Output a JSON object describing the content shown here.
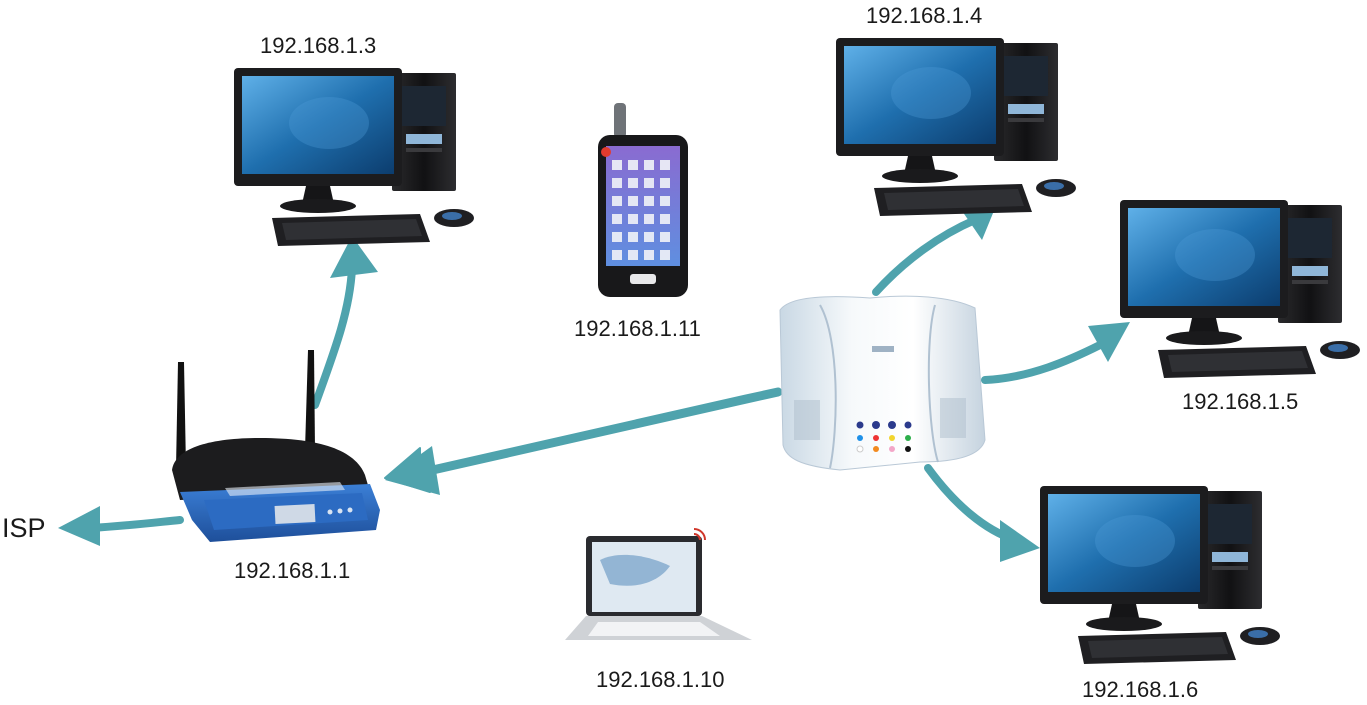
{
  "diagram": {
    "isp_label": "ISP",
    "router_ip": "192.168.1.1",
    "pc_top_left_ip": "192.168.1.3",
    "phone_ip": "192.168.1.11",
    "laptop_ip": "192.168.1.10",
    "pc_top_right_ip": "192.168.1.4",
    "pc_right_ip": "192.168.1.5",
    "pc_bottom_right_ip": "192.168.1.6"
  },
  "colors": {
    "arrow": "#4fa3ad",
    "router_body": "#2f6fc4",
    "monitor_bezel": "#1c1c1e",
    "screen": "#1f6fae"
  },
  "icons": [
    "router-icon",
    "server-icon",
    "desktop-pc-icon",
    "smartphone-icon",
    "laptop-icon",
    "wifi-signal-icon"
  ]
}
